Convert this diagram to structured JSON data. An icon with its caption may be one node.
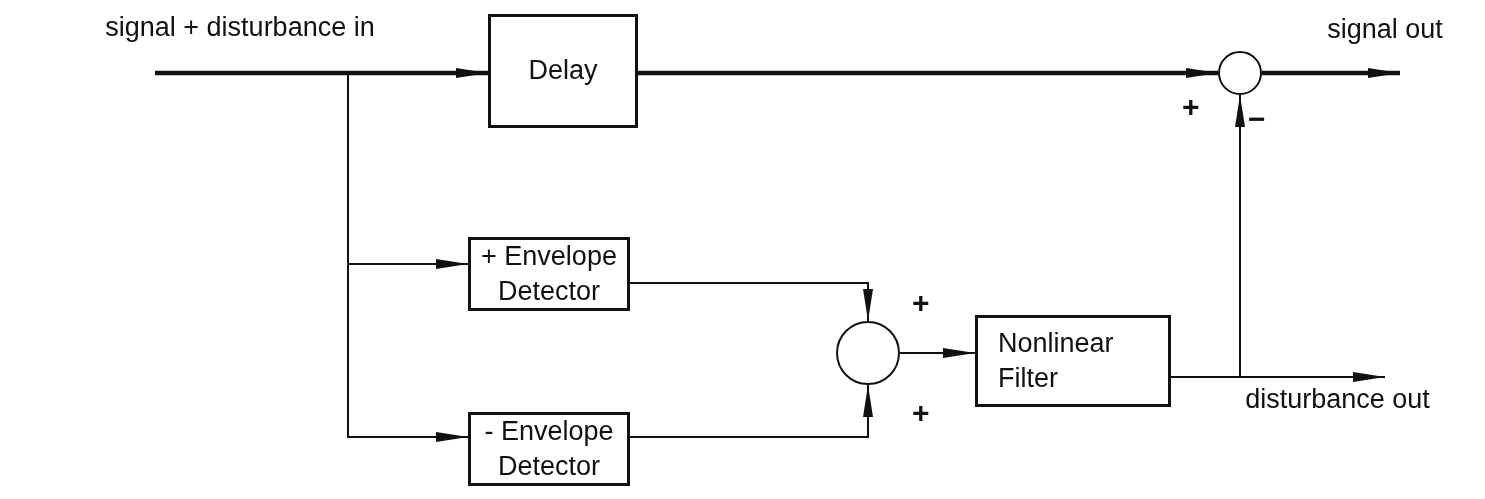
{
  "diagram": {
    "nodes": [
      {
        "text": [
          "signal + disturbance in"
        ]
      },
      {
        "text": [
          "Delay"
        ]
      },
      {
        "text": [],
        "shape": "circle"
      },
      {
        "text": [
          "signal out"
        ]
      },
      {
        "text": [
          "+ Envelope Detector"
        ]
      },
      {
        "text": [
          "- Envelope Detector"
        ]
      },
      {
        "text": [],
        "shape": "circle"
      },
      {
        "text": [
          "Nonlinear Filter"
        ]
      },
      {
        "text": [
          "disturbance out"
        ]
      }
    ],
    "edges": [
      {
        "from": 0,
        "to": 1,
        "arrow": "to",
        "style": "thick"
      },
      {
        "from": 1,
        "to": 2,
        "arrow": "to",
        "style": "thick"
      },
      {
        "from": 2,
        "to": 3,
        "arrow": "to",
        "style": "thick"
      },
      {
        "from": 0,
        "to": 4,
        "arrow": "to"
      },
      {
        "from": 0,
        "to": 5,
        "arrow": "to"
      },
      {
        "from": 4,
        "to": 6,
        "arrow": "to"
      },
      {
        "from": 5,
        "to": 6,
        "arrow": "to"
      },
      {
        "from": 6,
        "to": 7,
        "arrow": "to"
      },
      {
        "from": 7,
        "to": 8,
        "arrow": "to"
      },
      {
        "from": 7,
        "to": 2,
        "arrow": "to"
      }
    ],
    "labels": [
      "+",
      "−",
      "+",
      "+"
    ]
  }
}
